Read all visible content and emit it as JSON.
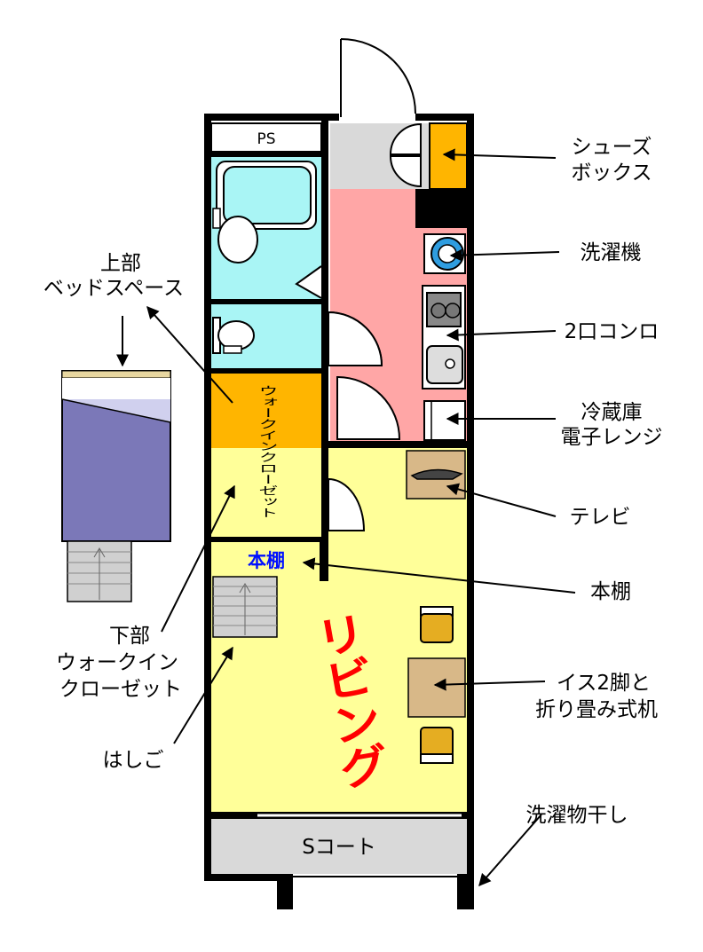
{
  "rooms": {
    "ps": "PS",
    "walk_in_closet": "ウォークインクローゼット",
    "bookshelf": "本棚",
    "living": "リビング",
    "s_court": "Sコート"
  },
  "annotations": {
    "shoe_box": [
      "シューズ",
      "ボックス"
    ],
    "washing_machine": "洗濯機",
    "stove": "2口コンロ",
    "fridge": [
      "冷蔵庫",
      "電子レンジ"
    ],
    "tv": "テレビ",
    "bookshelf": "本棚",
    "chairs_desk": [
      "イス2脚と",
      "折り畳み式机"
    ],
    "laundry_drying": "洗濯物干し",
    "upper_bed_space": [
      "上部",
      "ベッドスペース"
    ],
    "lower_closet": [
      "下部",
      "ウォークイン",
      "クローゼット"
    ],
    "ladder": "はしご"
  },
  "colors": {
    "wall": "#000000",
    "entrance": "#d9d9d9",
    "kitchen": "#ffa6a6",
    "bath": "#a9f5f5",
    "closet": "#ffb500",
    "living": "#ffff99",
    "court": "#d9d9d9",
    "bed": "#7b78b8",
    "furniture": "#d8b888",
    "chair": "#e5ad22",
    "shelf_text": "#0010ff",
    "living_text": "#ff0000"
  }
}
